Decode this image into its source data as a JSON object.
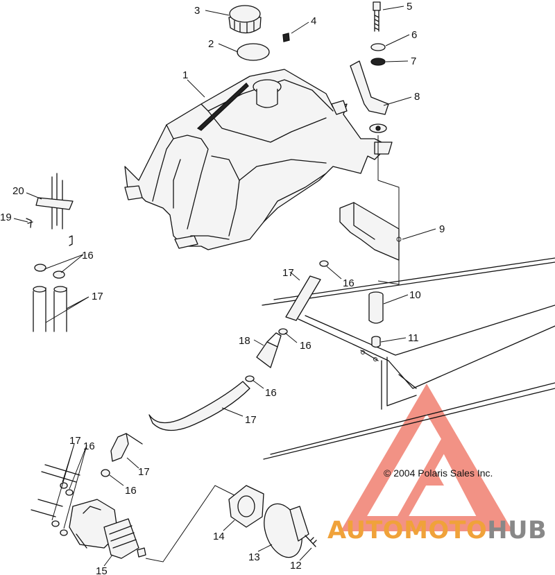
{
  "callouts": {
    "c1": "1",
    "c2": "2",
    "c3": "3",
    "c4": "4",
    "c5": "5",
    "c6": "6",
    "c7": "7",
    "c8": "8",
    "c9": "9",
    "c10": "10",
    "c11": "11",
    "c12": "12",
    "c13": "13",
    "c14": "14",
    "c15": "15",
    "c16a": "16",
    "c16b": "16",
    "c16c": "16",
    "c16d": "16",
    "c16e": "16",
    "c16f": "16",
    "c17a": "17",
    "c17b": "17",
    "c17c": "17",
    "c17d": "17",
    "c17e": "17",
    "c18": "18",
    "c19": "19",
    "c20": "20"
  },
  "copyright": "© 2004 Polaris Sales Inc.",
  "watermark": {
    "part1": "AUTO",
    "part2": "MOTO",
    "part3": "HUB",
    "color_primary": "#f0a23a",
    "color_secondary": "#888888",
    "logo_color": "#f08070"
  }
}
